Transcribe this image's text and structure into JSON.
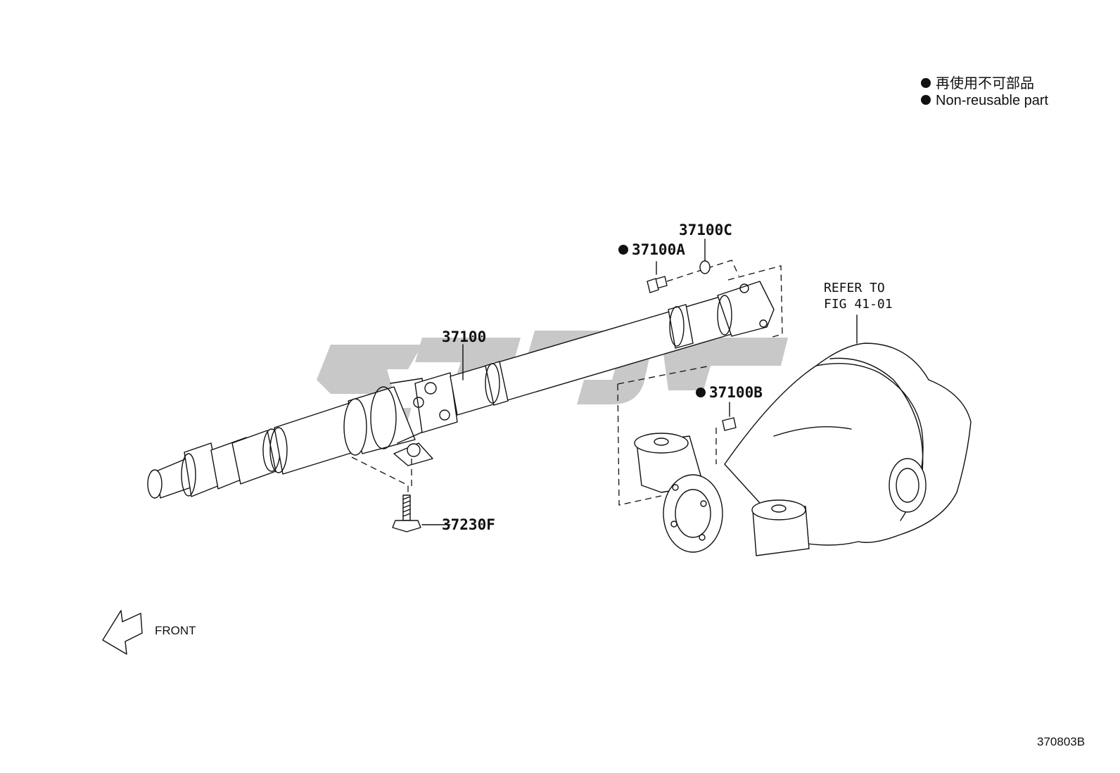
{
  "legend": {
    "japanese": "再使用不可部品",
    "english": "Non-reusable part"
  },
  "labels": {
    "shaft": "37100",
    "bolt_a": "37100A",
    "washer_c": "37100C",
    "nut_b": "37100B",
    "bolt_f": "37230F",
    "refer_line1": "REFER TO",
    "refer_line2": "FIG 41-01",
    "front": "FRONT",
    "figure_code": "370803B"
  },
  "icons": [
    "bullet-dot-icon",
    "front-arrow-icon"
  ],
  "colors": {
    "line": "#111111",
    "watermark": "#c8c8c8",
    "background": "#ffffff"
  }
}
